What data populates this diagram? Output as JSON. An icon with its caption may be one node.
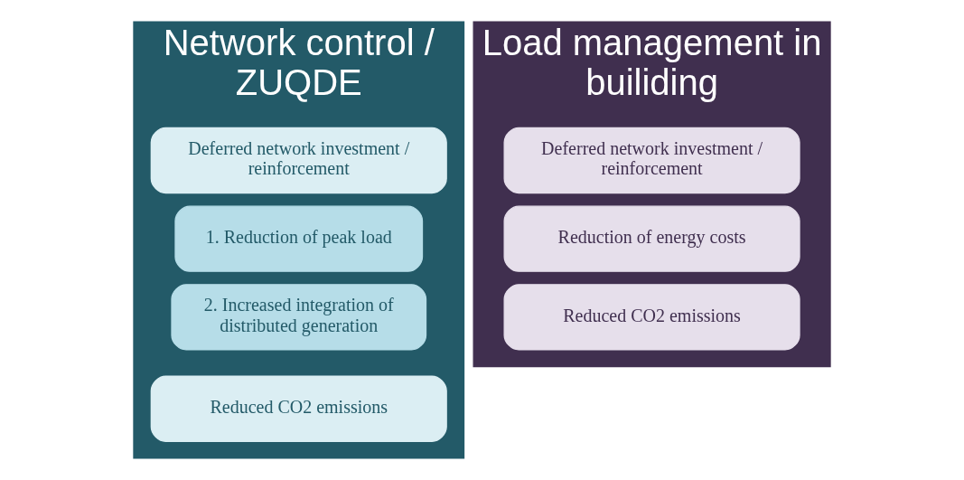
{
  "diagram": {
    "nodes": [
      {
        "text": [
          "Network control / ZUQDE"
        ]
      },
      {
        "text": [
          "Deferred network investment / reinforcement"
        ],
        "in": 0
      },
      {
        "text": [
          "1. Reduction of peak load"
        ],
        "in": 0
      },
      {
        "text": [
          "2. Increased integration of distributed generation"
        ],
        "in": 0
      },
      {
        "text": [
          "Reduced CO2 emissions"
        ],
        "in": 0
      },
      {
        "text": [
          "Load management in builiding"
        ]
      },
      {
        "text": [
          "Deferred network investment / reinforcement"
        ],
        "in": 5
      },
      {
        "text": [
          "Reduction of energy costs"
        ],
        "in": 5
      },
      {
        "text": [
          "Reduced CO2 emissions"
        ],
        "in": 5
      }
    ]
  }
}
